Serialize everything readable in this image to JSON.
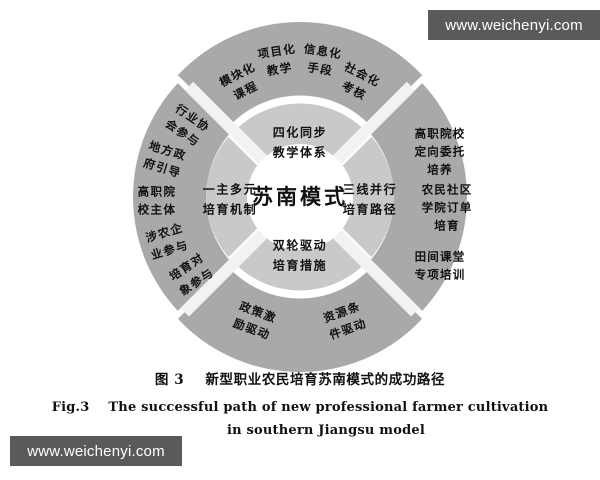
{
  "figure": {
    "center_label": "苏南模式",
    "inner_ring": [
      {
        "id": "top",
        "lines": [
          "四化同步",
          "教学体系"
        ]
      },
      {
        "id": "right",
        "lines": [
          "三线并行",
          "培育路径"
        ]
      },
      {
        "id": "bottom",
        "lines": [
          "双轮驱动",
          "培育措施"
        ]
      },
      {
        "id": "left",
        "lines": [
          "一主多元",
          "培育机制"
        ]
      }
    ],
    "outer_ring": {
      "top": [
        {
          "lines": [
            "模块化",
            "课程"
          ]
        },
        {
          "lines": [
            "项目化",
            "教学"
          ]
        },
        {
          "lines": [
            "信息化",
            "手段"
          ]
        },
        {
          "lines": [
            "社会化",
            "考核"
          ]
        }
      ],
      "right": [
        {
          "lines": [
            "高职院校",
            "定向委托",
            "培养"
          ]
        },
        {
          "lines": [
            "农民社区",
            "学院订单",
            "培育"
          ]
        },
        {
          "lines": [
            "田间课堂",
            "专项培训"
          ]
        }
      ],
      "bottom": [
        {
          "lines": [
            "资源条",
            "件驱动"
          ]
        },
        {
          "lines": [
            "政策激",
            "励驱动"
          ]
        }
      ],
      "left": [
        {
          "lines": [
            "行业协",
            "会参与"
          ]
        },
        {
          "lines": [
            "地方政",
            "府引导"
          ]
        },
        {
          "lines": [
            "高职院",
            "校主体"
          ]
        },
        {
          "lines": [
            "涉农企",
            "业参与"
          ]
        },
        {
          "lines": [
            "培育对",
            "象参与"
          ]
        }
      ]
    }
  },
  "caption": {
    "cn": "图 3    新型职业农民培育苏南模式的成功路径",
    "en_line1": "Fig.3    The successful path of new professional farmer cultivation",
    "en_line2": "in southern Jiangsu model"
  },
  "watermarks": {
    "top": "www.weichenyi.com",
    "bottom": "www.weichenyi.com"
  },
  "colors": {
    "outer_ring": "#a9a9a9",
    "inner_ring": "#c9c9c9",
    "hub": "#ffffff",
    "spoke": "#f2f2f2",
    "text": "#111111",
    "watermark_bg": "#5a5a5a",
    "background": "#ffffff"
  },
  "chart_data": {
    "type": "diagram",
    "title": "新型职业农民培育苏南模式的成功路径",
    "structure": "concentric-ring-quadrants",
    "center": "苏南模式",
    "quadrants": [
      {
        "position": "top",
        "inner": "四化同步教学体系",
        "outer": [
          "模块化课程",
          "项目化教学",
          "信息化手段",
          "社会化考核"
        ]
      },
      {
        "position": "right",
        "inner": "三线并行培育路径",
        "outer": [
          "高职院校定向委托培养",
          "农民社区学院订单培育",
          "田间课堂专项培训"
        ]
      },
      {
        "position": "bottom",
        "inner": "双轮驱动培育措施",
        "outer": [
          "资源条件驱动",
          "政策激励驱动"
        ]
      },
      {
        "position": "left",
        "inner": "一主多元培育机制",
        "outer": [
          "行业协会参与",
          "地方政府引导",
          "高职院校主体",
          "涉农企业参与",
          "培育对象参与"
        ]
      }
    ]
  }
}
